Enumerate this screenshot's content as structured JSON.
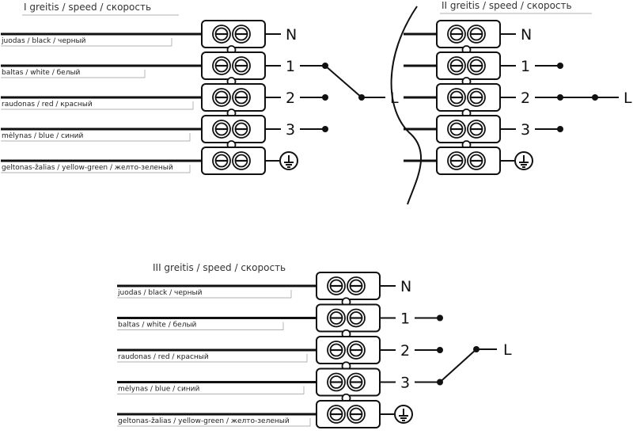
{
  "diagrams": [
    {
      "id": "speed-1",
      "title": "I greitis / speed / скорость",
      "wires": [
        {
          "label": "juodas / black / черный",
          "terminal": "N"
        },
        {
          "label": "baltas / white / белый",
          "terminal": "1"
        },
        {
          "label": "raudonas / red / красный",
          "terminal": "2"
        },
        {
          "label": "mėlynas / blue / синий",
          "terminal": "3"
        },
        {
          "label": "geltonas-žalias / yellow-green / желто-зеленый",
          "terminal": "ground"
        }
      ],
      "line_label": "L",
      "connected_to": "1"
    },
    {
      "id": "speed-2",
      "title": "II greitis / speed / скорость",
      "terminals": [
        "N",
        "1",
        "2",
        "3",
        "ground"
      ],
      "line_label": "L",
      "connected_to": "2"
    },
    {
      "id": "speed-3",
      "title": "III greitis / speed / скорость",
      "wires": [
        {
          "label": "juodas / black / черный",
          "terminal": "N"
        },
        {
          "label": "baltas / white / белый",
          "terminal": "1"
        },
        {
          "label": "raudonas / red / красный",
          "terminal": "2"
        },
        {
          "label": "mėlynas / blue / синий",
          "terminal": "3"
        },
        {
          "label": "geltonas-žalias / yellow-green / желто-зеленый",
          "terminal": "ground"
        }
      ],
      "line_label": "L",
      "connected_to": "3"
    }
  ]
}
